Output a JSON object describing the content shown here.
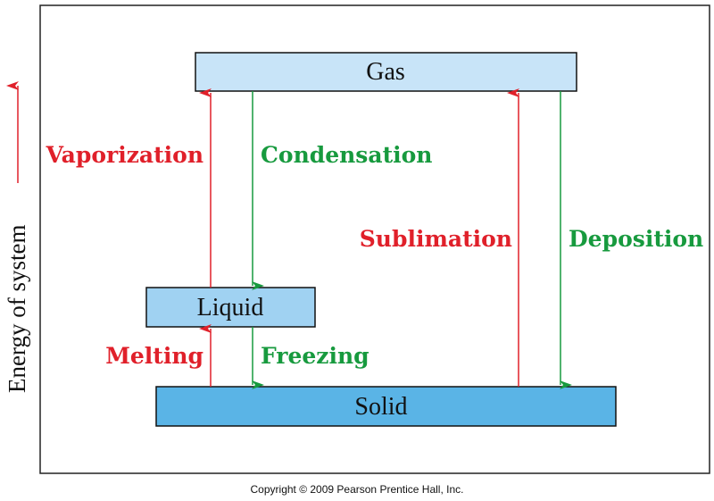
{
  "states": {
    "gas": "Gas",
    "liquid": "Liquid",
    "solid": "Solid"
  },
  "transitions": {
    "vaporization": "Vaporization",
    "condensation": "Condensation",
    "melting": "Melting",
    "freezing": "Freezing",
    "sublimation": "Sublimation",
    "deposition": "Deposition"
  },
  "axis_label": "Energy of system",
  "copyright": "Copyright © 2009 Pearson Prentice Hall, Inc.",
  "colors": {
    "endothermic": "#e0202a",
    "exothermic": "#179a3e",
    "gas": "#c8e4f8",
    "liquid": "#a0d2f2",
    "solid": "#5ab4e6"
  }
}
